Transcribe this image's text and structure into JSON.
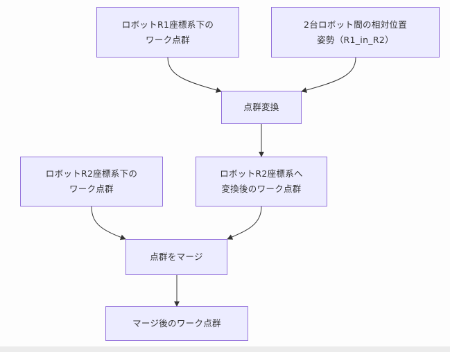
{
  "diagram": {
    "type": "flowchart",
    "colors": {
      "node_fill": "#ececff",
      "node_border": "#9370db",
      "text": "#333333",
      "edge": "#333333",
      "background": "#fdfdfd"
    },
    "nodes": {
      "r1_cloud": {
        "label": "ロボットR1座標系下の\nワーク点群"
      },
      "relative_pose": {
        "label": "2台ロボット間の相対位置\n姿勢（R1_in_R2）"
      },
      "transform": {
        "label": "点群変換"
      },
      "r2_cloud": {
        "label": "ロボットR2座標系下の\nワーク点群"
      },
      "transformed_cloud": {
        "label": "ロボットR2座標系へ\n変換後のワーク点群"
      },
      "merge": {
        "label": "点群をマージ"
      },
      "merged_cloud": {
        "label": "マージ後のワーク点群"
      }
    },
    "edges": [
      {
        "from": "r1_cloud",
        "to": "transform"
      },
      {
        "from": "relative_pose",
        "to": "transform"
      },
      {
        "from": "transform",
        "to": "transformed_cloud"
      },
      {
        "from": "r2_cloud",
        "to": "merge"
      },
      {
        "from": "transformed_cloud",
        "to": "merge"
      },
      {
        "from": "merge",
        "to": "merged_cloud"
      }
    ]
  }
}
